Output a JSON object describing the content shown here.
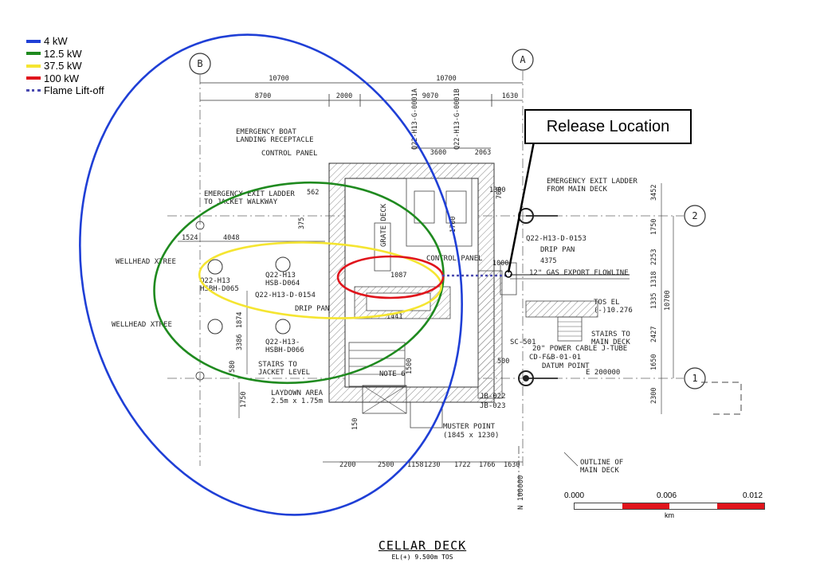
{
  "legend": {
    "items": [
      {
        "label": "4 kW",
        "color": "#1f3fd6",
        "style": "solid"
      },
      {
        "label": "12.5 kW",
        "color": "#1f8a1f",
        "style": "solid"
      },
      {
        "label": "37.5 kW",
        "color": "#f5e531",
        "style": "solid"
      },
      {
        "label": "100 kW",
        "color": "#e0141c",
        "style": "solid"
      },
      {
        "label": "Flame Lift-off",
        "color": "#4a4ab0",
        "style": "dotted"
      }
    ]
  },
  "callout": {
    "label": "Release Location"
  },
  "gridlines": {
    "b": "B",
    "a": "A",
    "two": "2",
    "one": "1"
  },
  "dims_top": {
    "left_total": "10700",
    "right_total": "10700",
    "d1": "8700",
    "d2": "2000",
    "d3": "9070",
    "d4": "1630",
    "d5": "3600",
    "d6": "2063"
  },
  "dims_bottom": [
    "2200",
    "2500",
    "1158",
    "1230",
    "1722",
    "1766",
    "1630"
  ],
  "dims_right": [
    "3452",
    "1750",
    "2253",
    "1318",
    "1335",
    "2427",
    "1650",
    "2300"
  ],
  "dims_right_total": "10700",
  "dims_left": [
    "1524",
    "4048",
    "1874",
    "3386",
    "580",
    "1750",
    "375",
    "562"
  ],
  "drawing_labels": {
    "emergency_boat": "EMERGENCY BOAT",
    "landing_receptacle": "LANDING RECEPTACLE",
    "control_panel": "CONTROL PANEL",
    "control_panel_2": "CONTROL PANEL",
    "exit_ladder_jacket_1": "EMERGENCY EXIT LADDER",
    "exit_ladder_jacket_2": "TO JACKET WALKWAY",
    "exit_ladder_main_1": "EMERGENCY EXIT LADDER",
    "exit_ladder_main_2": "FROM MAIN DECK",
    "wellhead_1": "WELLHEAD XTREE",
    "wellhead_2": "WELLHEAD XTREE",
    "well_1a": "Q22-H13",
    "well_1b": "HSB-D064",
    "well_2a": "Q22-H13",
    "well_2b": "HSBH-D065",
    "well_3": "Q22-H13-D-0154",
    "well_4a": "Q22-H13-",
    "well_4b": "HSBH-D066",
    "drip_pan": "DRIP PAN",
    "drip_pan_2": "DRIP PAN",
    "grate_deck": "GRATE DECK",
    "dim_4375": "4375",
    "dim_1087": "1087",
    "dim_1441": "1441",
    "dim_1000": "1000",
    "dim_1300": "1300",
    "dim_1700": "1700",
    "dim_700": "700",
    "dim_500": "500",
    "dim_1500": "1500",
    "dim_150": "150",
    "gas_export": "12\" GAS EXPORT FLOWLINE",
    "tos_el_1": "TOS EL",
    "tos_el_2": "(-)10.276",
    "stairs_main_1": "STAIRS TO",
    "stairs_main_2": "MAIN DECK",
    "power_cable": "20\" POWER CABLE J-TUBE",
    "cd": "CD-F&B-01-01",
    "sc": "SC-501",
    "datum_1": "DATUM POINT",
    "datum_2": "E 200000",
    "stairs_jacket_1": "STAIRS TO",
    "stairs_jacket_2": "JACKET LEVEL",
    "laydown_1": "LAYDOWN AREA",
    "laydown_2": "2.5m x 1.75m",
    "muster_1": "MUSTER POINT",
    "muster_2": "(1845 x 1230)",
    "jb1": "JB-022",
    "jb2": "JB-023",
    "note": "NOTE 6",
    "outline_1": "OUTLINE OF",
    "outline_2": "MAIN DECK",
    "north": "N 100000",
    "tag_a": "Q22-H13-G-0001A",
    "tag_b": "Q22-H13-G-0001B",
    "tag_c": "Q22-H13-D-0153",
    "tag_d": "Q22-H13-D-0154"
  },
  "scale_bar": {
    "tick_0": "0.000",
    "tick_1": "0.006",
    "tick_2": "0.012",
    "unit": "km",
    "segment_colors": [
      "#ffffff",
      "#e0141c",
      "#ffffff",
      "#e0141c"
    ]
  },
  "title": {
    "main": "CELLAR DECK",
    "sub": "EL(+) 9.500m TOS"
  }
}
